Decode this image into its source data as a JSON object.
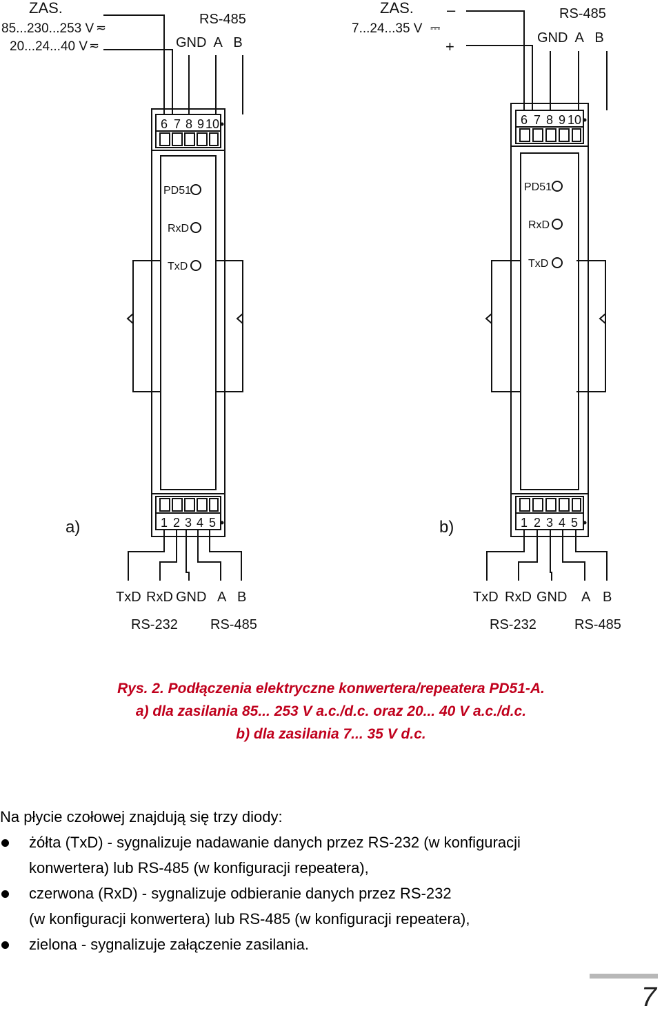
{
  "diagram_a": {
    "panel_label": "a)",
    "supply": {
      "title": "ZAS.",
      "line1": "85...230...253 V",
      "line2": "20...24...40 V"
    },
    "top_bus": {
      "title": "RS-485",
      "pins": "GND  A   B"
    },
    "top_terminals": [
      "6",
      "7",
      "8",
      "9",
      "10"
    ],
    "leds": [
      "PD51",
      "RxD",
      "TxD"
    ],
    "bottom_terminals": [
      "1",
      "2",
      "3",
      "4",
      "5"
    ],
    "bottom_signals": [
      "TxD",
      "RxD",
      "GND",
      "A",
      "B"
    ],
    "bottom_groups": [
      "RS-232",
      "RS-485"
    ]
  },
  "diagram_b": {
    "panel_label": "b)",
    "supply": {
      "title": "ZAS.",
      "line1": "7...24...35 V",
      "minus": "–",
      "plus": "+"
    },
    "top_bus": {
      "title": "RS-485",
      "pins": "GND  A   B"
    },
    "top_terminals": [
      "6",
      "7",
      "8",
      "9",
      "10"
    ],
    "leds": [
      "PD51",
      "RxD",
      "TxD"
    ],
    "bottom_terminals": [
      "1",
      "2",
      "3",
      "4",
      "5"
    ],
    "bottom_signals": [
      "TxD",
      "RxD",
      "GND",
      "A",
      "B"
    ],
    "bottom_groups": [
      "RS-232",
      "RS-485"
    ]
  },
  "caption": {
    "line1": "Rys. 2. Podłączenia elektryczne konwertera/repeatera PD51-A.",
    "line2": "a) dla zasilania 85... 253 V a.c./d.c. oraz 20... 40 V a.c./d.c.",
    "line3": "b) dla zasilania 7... 35 V d.c."
  },
  "body": {
    "intro": "Na płycie czołowej znajdują się trzy diody:",
    "bullets": [
      {
        "line1": "żółta (TxD) - sygnalizuje nadawanie danych przez RS-232 (w konfiguracji",
        "line2": "konwertera) lub RS-485 (w konfiguracji repeatera),"
      },
      {
        "line1": "czerwona (RxD) - sygnalizuje odbieranie danych przez RS-232",
        "line2": "(w konfiguracji konwertera) lub RS-485 (w konfiguracji repeatera),"
      },
      {
        "line1": "zielona - sygnalizuje załączenie zasilania.",
        "line2": ""
      }
    ]
  },
  "page_number": "7",
  "colors": {
    "caption": "#c0001c",
    "line": "#111111",
    "page_bar": "#b8b8b8"
  }
}
